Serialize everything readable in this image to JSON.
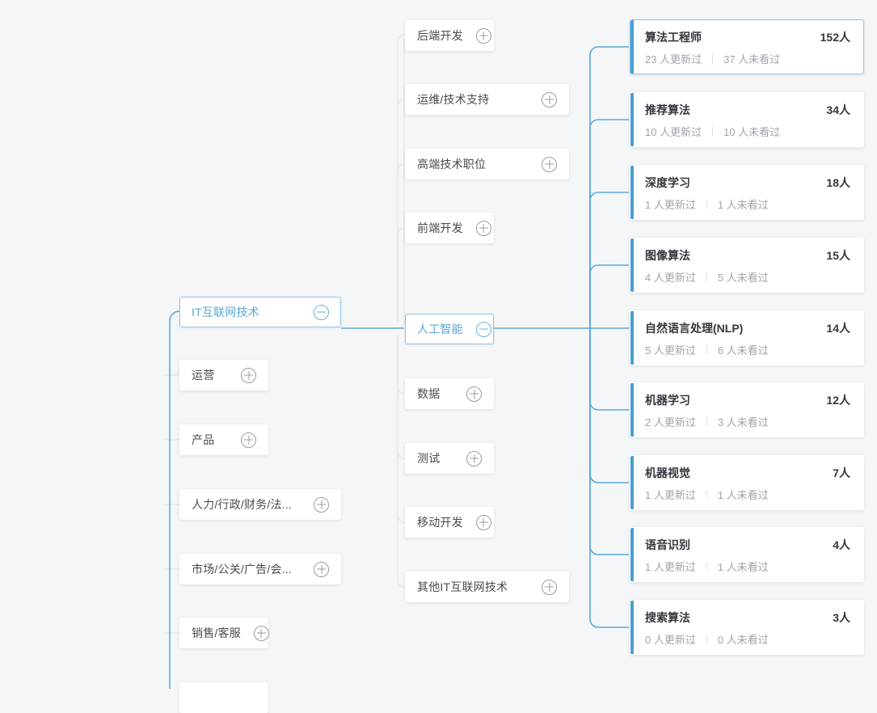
{
  "theme": {
    "background": "#f5f6f7",
    "accent_blue": "#4a9fd4",
    "link_gray": "#e3e5e7",
    "selected_border": "#8cc4e8",
    "card_bar": "#4a9fd4"
  },
  "root": {
    "label": "IT互联网技术",
    "toggle": "minus-circle-icon",
    "expanded": true,
    "selected": true
  },
  "level1_siblings": [
    {
      "label": "运营",
      "toggle": "plus-circle-icon"
    },
    {
      "label": "产品",
      "toggle": "plus-circle-icon"
    },
    {
      "label": "人力/行政/财务/法...",
      "toggle": "plus-circle-icon"
    },
    {
      "label": "市场/公关/广告/会...",
      "toggle": "plus-circle-icon"
    },
    {
      "label": "销售/客服",
      "toggle": "plus-circle-icon"
    }
  ],
  "level2_children": [
    {
      "label": "后端开发",
      "toggle": "plus-circle-icon",
      "selected": false
    },
    {
      "label": "运维/技术支持",
      "toggle": "plus-circle-icon",
      "selected": false
    },
    {
      "label": "高端技术职位",
      "toggle": "plus-circle-icon",
      "selected": false
    },
    {
      "label": "前端开发",
      "toggle": "plus-circle-icon",
      "selected": false
    },
    {
      "label": "人工智能",
      "toggle": "minus-circle-icon",
      "selected": true
    },
    {
      "label": "数据",
      "toggle": "plus-circle-icon",
      "selected": false
    },
    {
      "label": "测试",
      "toggle": "plus-circle-icon",
      "selected": false
    },
    {
      "label": "移动开发",
      "toggle": "plus-circle-icon",
      "selected": false
    },
    {
      "label": "其他IT互联网技术",
      "toggle": "plus-circle-icon",
      "selected": false
    }
  ],
  "job_cards": [
    {
      "title": "算法工程师",
      "count": "152人",
      "updated": "23 人更新过",
      "unread": "37 人未看过",
      "active": true
    },
    {
      "title": "推荐算法",
      "count": "34人",
      "updated": "10 人更新过",
      "unread": "10 人未看过",
      "active": false
    },
    {
      "title": "深度学习",
      "count": "18人",
      "updated": "1 人更新过",
      "unread": "1 人未看过",
      "active": false
    },
    {
      "title": "图像算法",
      "count": "15人",
      "updated": "4 人更新过",
      "unread": "5 人未看过",
      "active": false
    },
    {
      "title": "自然语言处理(NLP)",
      "count": "14人",
      "updated": "5 人更新过",
      "unread": "6 人未看过",
      "active": false
    },
    {
      "title": "机器学习",
      "count": "12人",
      "updated": "2 人更新过",
      "unread": "3 人未看过",
      "active": false
    },
    {
      "title": "机器视觉",
      "count": "7人",
      "updated": "1 人更新过",
      "unread": "1 人未看过",
      "active": false
    },
    {
      "title": "语音识别",
      "count": "4人",
      "updated": "1 人更新过",
      "unread": "1 人未看过",
      "active": false
    },
    {
      "title": "搜索算法",
      "count": "3人",
      "updated": "0 人更新过",
      "unread": "0 人未看过",
      "active": false
    }
  ]
}
